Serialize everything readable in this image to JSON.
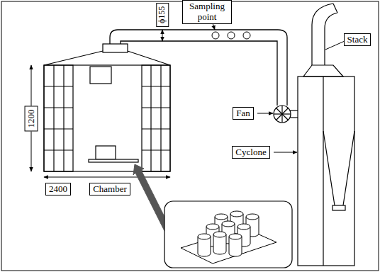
{
  "diagram": {
    "nodes": [
      {
        "text": [
          "ϕ155"
        ]
      },
      {
        "text": [
          "Sampling point"
        ]
      },
      {
        "text": [
          "Stack"
        ]
      },
      {
        "text": [
          "1200"
        ]
      },
      {
        "text": [
          "Fan"
        ]
      },
      {
        "text": [
          "Cyclone"
        ]
      },
      {
        "text": [
          "2400"
        ]
      },
      {
        "text": [
          "Chamber"
        ]
      }
    ]
  }
}
